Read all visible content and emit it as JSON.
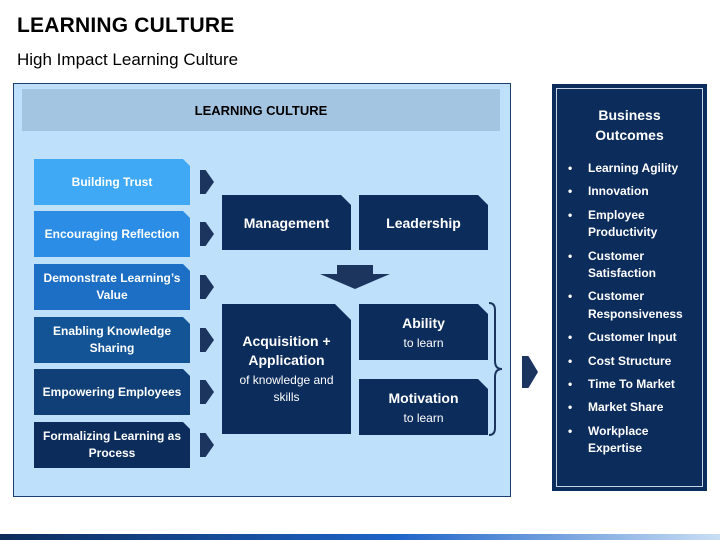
{
  "title": "LEARNING CULTURE",
  "subtitle": "High Impact Learning Culture",
  "panel_header": "LEARNING CULTURE",
  "drivers": [
    {
      "label": "Building Trust",
      "color": "#3fa9f5"
    },
    {
      "label": "Encouraging Reflection",
      "color": "#2b8de6"
    },
    {
      "label": "Demonstrate Learning’s Value",
      "color": "#1c6fc4"
    },
    {
      "label": "Enabling Knowledge Sharing",
      "color": "#135496"
    },
    {
      "label": "Empowering Employees",
      "color": "#0f3f76"
    },
    {
      "label": "Formalizing Learning as Process",
      "color": "#0c2c5b"
    }
  ],
  "management": "Management",
  "leadership": "Leadership",
  "acquisition": {
    "bold": "Acquisition + Application",
    "normal": "of knowledge and skills"
  },
  "ability": {
    "bold": "Ability",
    "normal": "to learn"
  },
  "motivation": {
    "bold": "Motivation",
    "normal": "to learn"
  },
  "outcomes": {
    "title": "Business Outcomes",
    "bullet": "•",
    "items": [
      "Learning Agility",
      "Innovation",
      "Employee Productivity",
      "Customer Satisfaction",
      "Customer Responsiveness",
      "Customer Input",
      "Cost Structure",
      "Time To Market",
      "Market Share",
      "Workplace Expertise"
    ]
  },
  "colors": {
    "dark_navy": "#0c2c5b",
    "panel_bg": "#bfe0fb",
    "header_bg": "#a4c5e2"
  }
}
